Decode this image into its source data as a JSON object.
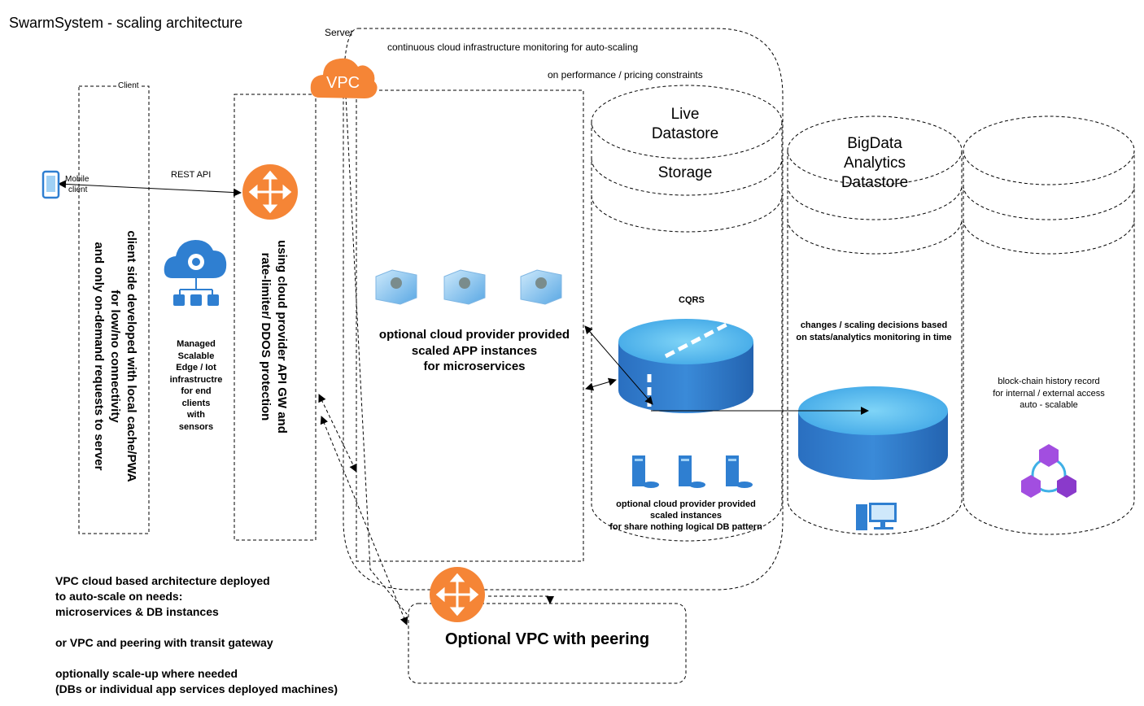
{
  "title": "SwarmSystem - scaling architecture",
  "server_label": "Server",
  "client_label": "Client",
  "vpc_badge": "VPC",
  "monitoring_line1": "continuous cloud infrastructure monitoring for auto-scaling",
  "monitoring_line2": "on performance / pricing constraints",
  "mobile_client": [
    "Mobile",
    "client"
  ],
  "rest_api": "REST API",
  "client_side_text": [
    "client side developed with local cache/PWA",
    "for low/no connectivity",
    "and only on-demand requests to server"
  ],
  "api_gw_text": [
    "using cloud provider API GW and",
    "rate-limiter/ DDOS protection"
  ],
  "edge_text": [
    "Managed",
    "Scalable",
    "Edge / Iot",
    "infrastructre",
    "for end",
    "clients",
    "with",
    "sensors"
  ],
  "app_instances_text": [
    "optional cloud provider provided",
    "scaled APP instances",
    "for microservices"
  ],
  "live_datastore": [
    "Live",
    "Datastore",
    "",
    "Storage"
  ],
  "cqrs": "CQRS",
  "db_instances_text": [
    "optional cloud provider provided",
    "scaled instances",
    "for share nothing logical DB pattern"
  ],
  "bigdata_datastore": [
    "BigData",
    "Analytics",
    "Datastore"
  ],
  "scaling_decisions": [
    "changes / scaling decisions based",
    "on stats/analytics monitoring in time"
  ],
  "blockchain_text": [
    "block-chain history record",
    "for internal / external access",
    "auto - scalable"
  ],
  "optional_vpc": "Optional VPC with peering",
  "notes": [
    "VPC cloud based architecture deployed",
    "to auto-scale on needs:",
    "microservices & DB instances",
    "",
    "or VPC and peering with transit gateway",
    "",
    "optionally scale-up where needed",
    "(DBs or individual app services deployed machines)"
  ],
  "colors": {
    "orange": "#f58536",
    "azure_blue": "#2f7fd1",
    "cylinder_blue_top": "#5fbfef",
    "cylinder_blue_body": "#2a73c6",
    "purple": "#a24ee0"
  },
  "icons": [
    "mobile-phone-icon",
    "router-icon",
    "cloud-gear-icon",
    "app-instance-icon",
    "server-db-icon",
    "workstation-icon",
    "blockchain-icon",
    "vpc-cloud-icon"
  ]
}
